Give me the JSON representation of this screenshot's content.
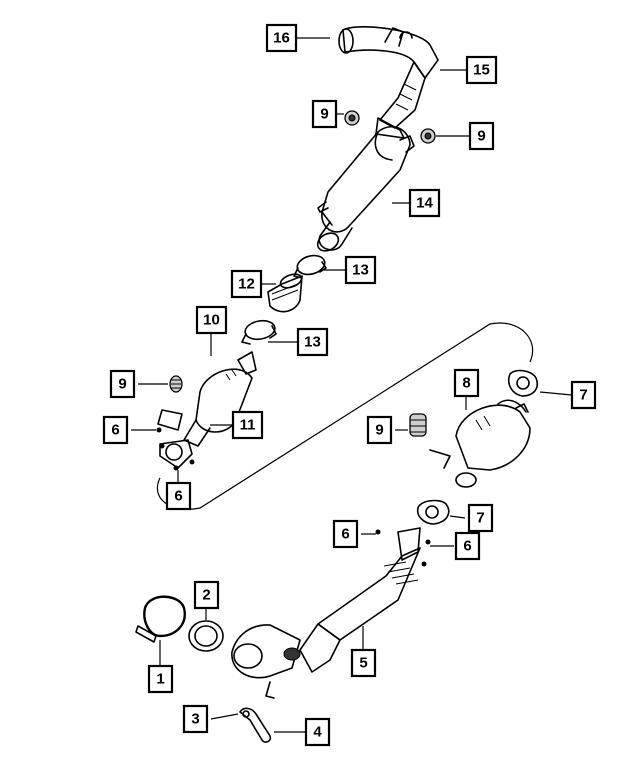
{
  "callouts": {
    "c1": "1",
    "c2": "2",
    "c3": "3",
    "c4": "4",
    "c5": "5",
    "c6a": "6",
    "c6b": "6",
    "c6c": "6",
    "c6d": "6",
    "c7a": "7",
    "c7b": "7",
    "c8": "8",
    "c9a": "9",
    "c9b": "9",
    "c9c": "9",
    "c9d": "9",
    "c10": "10",
    "c11": "11",
    "c12": "12",
    "c13a": "13",
    "c13b": "13",
    "c14": "14",
    "c15": "15",
    "c16": "16"
  }
}
